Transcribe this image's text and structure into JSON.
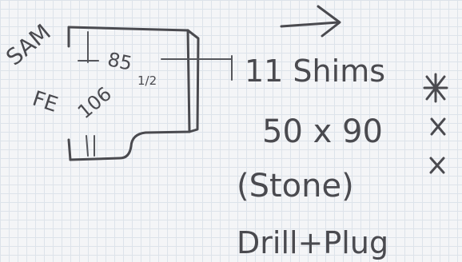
{
  "note": {
    "corner_label": "SAM",
    "dim_top": "85",
    "dim_top_fraction": "1/2",
    "dim_side": "106",
    "dim_side_prefix": "FE",
    "qty_line": "11 Shims",
    "size_line": "50 x 90",
    "material_line": "(Stone)",
    "action_line": "Drill+Plug"
  },
  "marks": {
    "arrow": "right-arrow",
    "bullets": [
      "asterisk",
      "x",
      "x"
    ]
  },
  "colors": {
    "paper": "#f4f5f7",
    "grid": "#dde3ea",
    "ink": "#4a4a4f"
  }
}
